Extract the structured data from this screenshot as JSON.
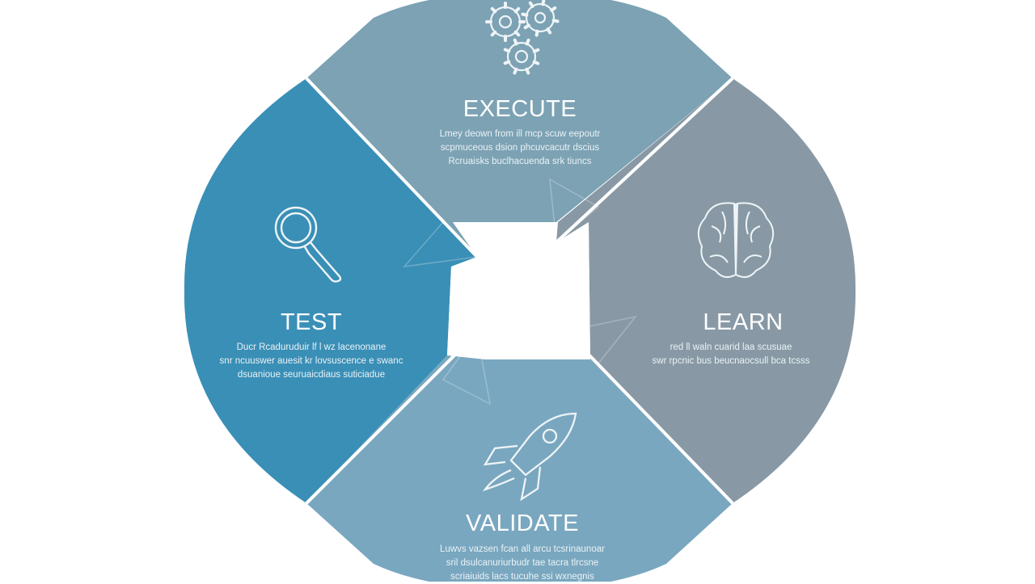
{
  "colors": {
    "test": "#3a8fb6",
    "execute": "#7ca2b4",
    "learn": "#8899a5",
    "validate": "#79a7bf",
    "divider": "#ffffff",
    "icon_stroke": "#eef4f7"
  },
  "segments": {
    "execute": {
      "title": "EXECUTE",
      "icon": "gears-icon",
      "lines": [
        "Lmey deown from ill mcp  scuw eepoutr",
        "scpmuceous dsion phcuvcacutr  dscius",
        "Rcruaisks buclhacuenda  srk tiuncs"
      ]
    },
    "test": {
      "title": "TEST",
      "icon": "magnifier-icon",
      "lines": [
        "Ducr Rcaduruduir lf  l wz lacenonane",
        "snr ncuuswer auesit kr lovsuscence e swanc",
        "dsuanioue  seuruaicdiaus suticiadue"
      ]
    },
    "learn": {
      "title": "LEARN",
      "icon": "brain-icon",
      "lines": [
        "red  ll  waln  cuarid  laa  scusuae",
        "swr rpcnic  bus beucnaocsull  bca  tcsss"
      ]
    },
    "validate": {
      "title": "VALIDATE",
      "icon": "rocket-icon",
      "lines": [
        "Luwvs vazsen fcan  all  arcu tcsrinaunoar",
        "sril dsulcanuriurbudr tae tacra  tlrcsne",
        "scriaiuids  lacs tucuhe  ssi  wxnegnis"
      ]
    }
  }
}
